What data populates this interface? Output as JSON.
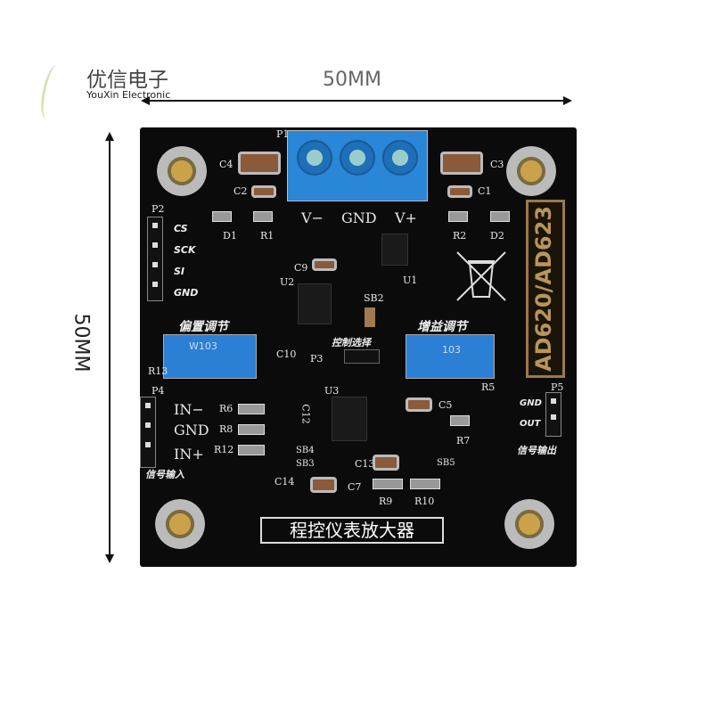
{
  "brand": {
    "name_cn": "优信电子",
    "name_en": "YouXin Electronic"
  },
  "dimensions": {
    "width_label": "50MM",
    "height_label": "50MM"
  },
  "board": {
    "model": "AD620/AD623",
    "title": "程控仪表放大器",
    "power_labels": [
      "V−",
      "GND",
      "V+"
    ],
    "p2_labels": [
      "CS",
      "SCK",
      "SI",
      "GND"
    ],
    "input_labels": [
      "IN−",
      "GND",
      "IN+"
    ],
    "output_labels": [
      "GND",
      "OUT"
    ],
    "section_labels": {
      "offset": "偏置调节",
      "gain": "增益调节",
      "control": "控制选择",
      "input": "信号输入",
      "output": "信号输出"
    },
    "designators": {
      "P1": "P1",
      "P2": "P2",
      "P3": "P3",
      "P4": "P4",
      "P5": "P5",
      "C1": "C1",
      "C2": "C2",
      "C3": "C3",
      "C4": "C4",
      "C5": "C5",
      "C7": "C7",
      "C9": "C9",
      "C10": "C10",
      "C12": "C12",
      "C13": "C13",
      "C14": "C14",
      "D1": "D1",
      "D2": "D2",
      "R1": "R1",
      "R2": "R2",
      "R5": "R5",
      "R6": "R6",
      "R7": "R7",
      "R8": "R8",
      "R9": "R9",
      "R10": "R10",
      "R12": "R12",
      "R13": "R13",
      "U1": "U1",
      "U2": "U2",
      "U3": "U3",
      "SB2": "SB2",
      "SB3": "SB3",
      "SB4": "SB4",
      "SB5": "SB5"
    },
    "pot_marks": {
      "left": "W103",
      "right": "103"
    }
  }
}
